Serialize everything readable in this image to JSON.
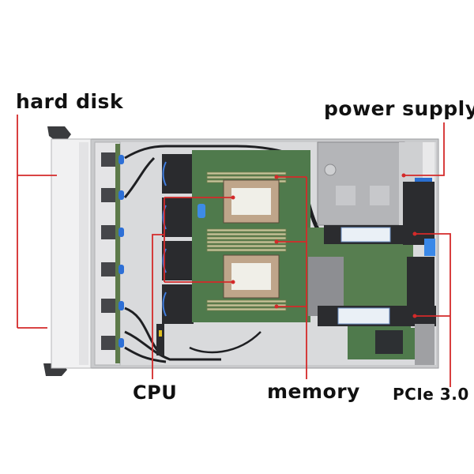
{
  "diagram": {
    "subject": "server chassis top view",
    "accent_color": "#d42a2a",
    "labels": [
      {
        "id": "hard-disk",
        "text": "hard disk"
      },
      {
        "id": "power-supply",
        "text": "power supply"
      },
      {
        "id": "cpu",
        "text": "CPU"
      },
      {
        "id": "memory",
        "text": "memory"
      },
      {
        "id": "pcie",
        "text": "PCIe 3.0"
      }
    ]
  }
}
